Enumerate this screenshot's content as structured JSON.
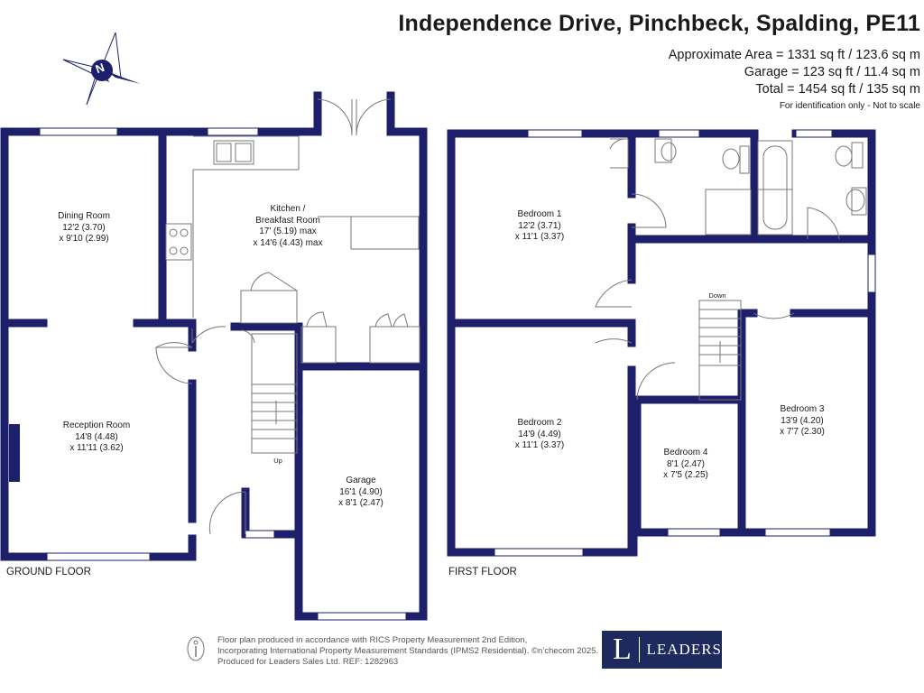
{
  "header": {
    "address": "Independence Drive, Pinchbeck, Spalding, PE11",
    "approx_area": "Approximate Area = 1331 sq ft / 123.6 sq m",
    "garage_area": "Garage = 123 sq ft / 11.4 sq m",
    "total_area": "Total = 1454 sq ft / 135 sq m",
    "note": "For identification only - Not to scale"
  },
  "compass": {
    "label": "N"
  },
  "floors": {
    "ground": "GROUND FLOOR",
    "first": "FIRST FLOOR"
  },
  "rooms": {
    "dining": {
      "name": "Dining Room",
      "dim1": "12'2 (3.70)",
      "dim2": "x 9'10 (2.99)"
    },
    "kitchen": {
      "name1": "Kitchen /",
      "name2": "Breakfast Room",
      "dim1": "17' (5.19) max",
      "dim2": "x 14'6 (4.43) max"
    },
    "reception": {
      "name": "Reception Room",
      "dim1": "14'8 (4.48)",
      "dim2": "x 11'11 (3.62)"
    },
    "garage": {
      "name": "Garage",
      "dim1": "16'1 (4.90)",
      "dim2": "x 8'1 (2.47)"
    },
    "bedroom1": {
      "name": "Bedroom 1",
      "dim1": "12'2 (3.71)",
      "dim2": "x 11'1 (3.37)"
    },
    "bedroom2": {
      "name": "Bedroom 2",
      "dim1": "14'9 (4.49)",
      "dim2": "x 11'1 (3.37)"
    },
    "bedroom3": {
      "name": "Bedroom 3",
      "dim1": "13'9 (4.20)",
      "dim2": "x 7'7 (2.30)"
    },
    "bedroom4": {
      "name": "Bedroom 4",
      "dim1": "8'1 (2.47)",
      "dim2": "x 7'5 (2.25)"
    }
  },
  "stairs": {
    "up": "Up",
    "down": "Down"
  },
  "footer": {
    "line1": "Floor plan produced in accordance with RICS Property Measurement 2nd Edition,",
    "line2": "Incorporating International Property Measurement Standards (IPMS2 Residential).  ©n’checom 2025.",
    "line3": "Produced for Leaders Sales Ltd.   REF:  1282963"
  },
  "logo": {
    "letter": "L",
    "word": "LEADERS",
    "color": "#1e2a5e"
  },
  "colors": {
    "wall": "#1e1f6b",
    "fixture": "#777777"
  }
}
